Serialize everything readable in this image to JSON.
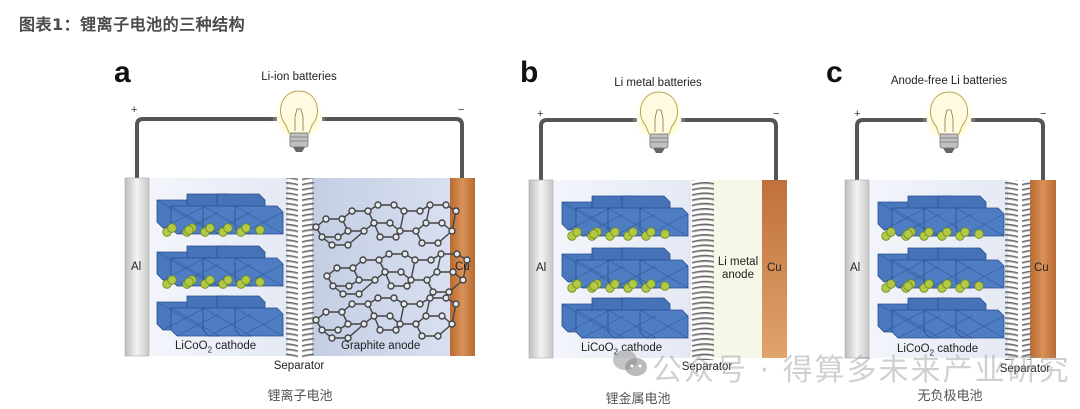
{
  "figure_title": "图表1：锂离子电池的三种结构",
  "colors": {
    "aluminum": "#d8d8d8",
    "copper": "#c97a3c",
    "cathode_bg": "#eef1f8",
    "graphite_bg": "#c9d3e6",
    "li_metal_bg": "#f6f7e8",
    "crystal": "#3d6db5",
    "li_ion": "#a8c43a",
    "wire": "#555555"
  },
  "panels": [
    {
      "letter": "a",
      "title": "Li-ion batteries",
      "plus": "+",
      "minus": "−",
      "current_collector_left": "Al",
      "current_collector_right": "Cu",
      "cathode_label": "LiCoO",
      "cathode_sub": "2",
      "cathode_suffix": " cathode",
      "anode_label": "Graphite anode",
      "separator_label": "Separator",
      "caption": "锂离子电池"
    },
    {
      "letter": "b",
      "title": "Li metal batteries",
      "plus": "+",
      "minus": "−",
      "current_collector_left": "Al",
      "current_collector_right": "Cu",
      "cathode_label": "LiCoO",
      "cathode_sub": "2",
      "cathode_suffix": " cathode",
      "anode_label_line1": "Li metal",
      "anode_label_line2": "anode",
      "separator_label": "Separator",
      "caption": "锂金属电池"
    },
    {
      "letter": "c",
      "title": "Anode-free Li batteries",
      "plus": "+",
      "minus": "−",
      "current_collector_left": "Al",
      "current_collector_right": "Cu",
      "cathode_label": "LiCoO",
      "cathode_sub": "2",
      "cathode_suffix": " cathode",
      "separator_label": "Separator",
      "caption": "无负极电池"
    }
  ],
  "watermark": "公众号 · 得算多未来产业研究"
}
